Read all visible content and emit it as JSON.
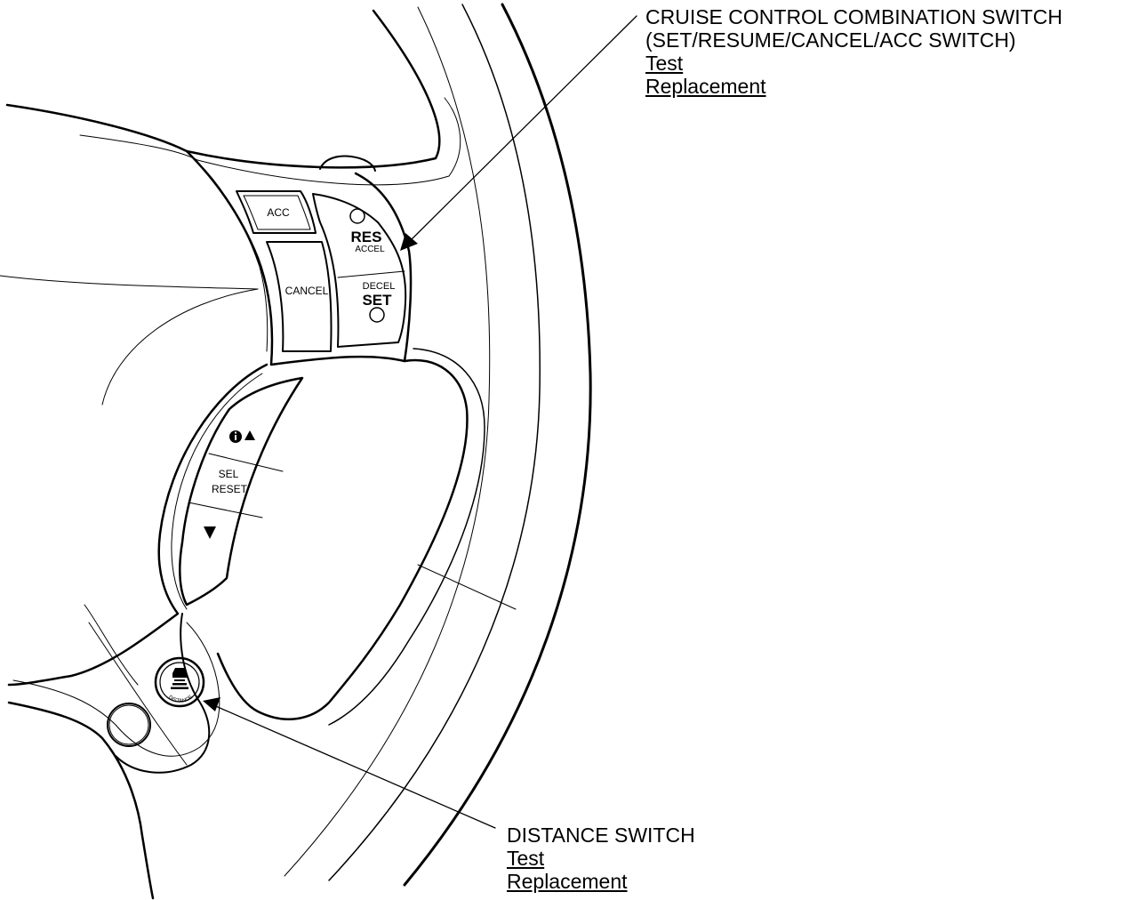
{
  "callouts": {
    "cruise": {
      "title_line1": "CRUISE CONTROL COMBINATION SWITCH",
      "title_line2": "(SET/RESUME/CANCEL/ACC SWITCH)",
      "link_test": "Test",
      "link_replacement": "Replacement"
    },
    "distance": {
      "title": "DISTANCE SWITCH",
      "link_test": "Test",
      "link_replacement": "Replacement"
    }
  },
  "buttons": {
    "acc": "ACC",
    "res": "RES",
    "accel": "ACCEL",
    "cancel": "CANCEL",
    "decel": "DECEL",
    "set": "SET",
    "sel": "SEL",
    "reset": "RESET",
    "distance": "DISTANCE"
  },
  "icons": {
    "info_up": "info-up-arrow-icon",
    "down": "down-arrow-icon",
    "distance": "car-distance-icon"
  },
  "colors": {
    "line": "#000000",
    "background": "#ffffff"
  }
}
